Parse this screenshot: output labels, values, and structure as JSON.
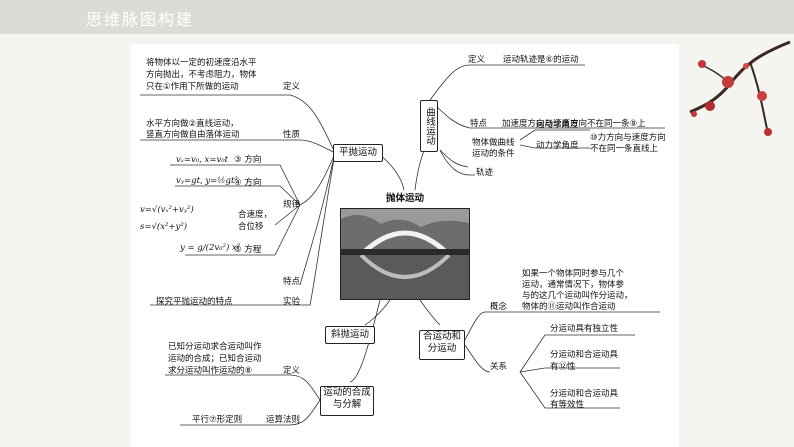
{
  "header": {
    "title": "思维脉图构建"
  },
  "center": {
    "label": "抛体运动"
  },
  "nodes": {
    "pingpao": "平抛运动",
    "quxian": "曲线运动",
    "xiepao": "斜抛运动",
    "hecheng": "合运动和分运动",
    "yundong_hecheng": "运动的合成与分解"
  },
  "pingpao_branch": {
    "def_text": [
      "将物体以一定的初速度沿水平",
      "方向抛出，不考虑阻力，物体",
      "只在①作用下所做的运动"
    ],
    "def_label": "定义",
    "prop_text": [
      "水平方向做②直线运动，",
      "竖直方向做自由落体运动"
    ],
    "prop_label": "性质",
    "law_label": "规律",
    "f1": "vₓ=v₀, x=v₀t",
    "f1_tag": "③ 方向",
    "f2": "vᵧ=gt, y=½gt²",
    "f2_tag": "④ 方向",
    "f3a": "v=√(vₓ²+vᵧ²)",
    "f3b": "s=√(x²+y²)",
    "f3_tag": [
      "合速度，",
      "合位移"
    ],
    "f4": "y = g/(2v₀²) x²",
    "f4_tag": "⑤ 方程",
    "feature_label": "特点",
    "exp_text": "探究平抛运动的特点",
    "exp_label": "实验"
  },
  "quxian_branch": {
    "def_label": "定义",
    "def_text": "运动轨迹是⑥的运动",
    "feat_label": "特点",
    "feat_text": "加速度方向与速度方向不在同一条⑨上",
    "cond_label": [
      "物体做曲线",
      "运动的条件"
    ],
    "kin": "运动学角度",
    "dyn": "动力学角度",
    "dyn_text": [
      "⑩力方向与速度方向",
      "不在同一条直线上"
    ],
    "track": "轨迹"
  },
  "hecheng_branch": {
    "concept_label": "概念",
    "concept_text": [
      "如果一个物体同时参与几个",
      "运动，通常情况下，物体参",
      "与的这几个运动叫作分运动，",
      "物体的⑪运动叫作合运动"
    ],
    "relation_label": "关系",
    "r1": "分运动具有独立性",
    "r2": [
      "分运动和合运动具",
      "有⑫性"
    ],
    "r3": [
      "分运动和合运动具",
      "有等效性"
    ]
  },
  "fenjie_branch": {
    "def_text": [
      "已知分运动求合运动叫作",
      "运动的合成；已知合运动",
      "求分运动叫作运动的⑧"
    ],
    "def_label": "定义",
    "rule_text": "平行⑦形定则",
    "rule_label": "运算法则"
  }
}
